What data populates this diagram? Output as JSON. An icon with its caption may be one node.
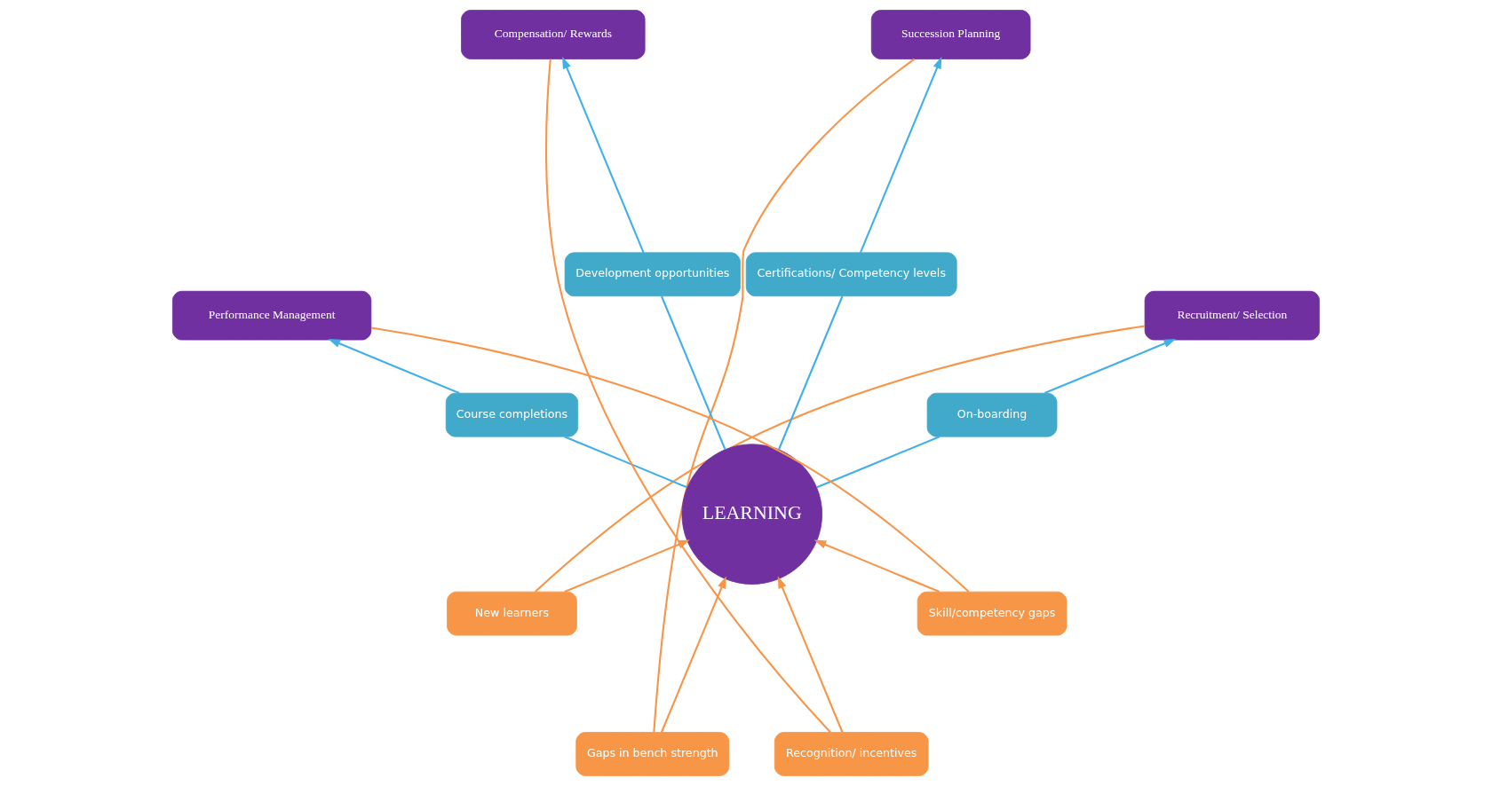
{
  "diagram": {
    "nodes": [
      {
        "text": [
          "Recruitment/ Selection"
        ]
      },
      {
        "text": [
          "Succession Planning"
        ]
      },
      {
        "text": [
          "On-boarding"
        ]
      },
      {
        "text": [
          "Certifications/ Competency levels"
        ]
      },
      {
        "text": [
          "New learners"
        ]
      },
      {
        "text": [
          "Gaps in bench strength"
        ]
      },
      {
        "text": [
          "LEARNING"
        ]
      },
      {
        "text": [
          "Recognition/ incentives"
        ]
      },
      {
        "text": [
          "Skill/competency gaps"
        ]
      },
      {
        "text": [
          "Development opportunities"
        ]
      },
      {
        "text": [
          "Course completions"
        ]
      },
      {
        "text": [
          "Compensation/ Rewards"
        ]
      },
      {
        "text": [
          "Performance Management"
        ]
      }
    ],
    "edges": [
      {
        "from": 6,
        "to": 2,
        "arrow": "none",
        "color": "#41b0e8"
      },
      {
        "from": 2,
        "to": 0,
        "arrow": "to",
        "color": "#41b0e8"
      },
      {
        "from": 6,
        "to": 3,
        "arrow": "none",
        "color": "#41b0e8"
      },
      {
        "from": 3,
        "to": 1,
        "arrow": "to",
        "color": "#41b0e8"
      },
      {
        "from": 0,
        "to": 4,
        "arrow": "none",
        "color": "#f7954a"
      },
      {
        "from": 4,
        "to": 6,
        "arrow": "to",
        "color": "#f7954a"
      },
      {
        "from": 1,
        "to": 5,
        "arrow": "none",
        "color": "#f7954a"
      },
      {
        "from": 5,
        "to": 6,
        "arrow": "to",
        "color": "#f7954a"
      },
      {
        "from": 11,
        "to": 7,
        "arrow": "none",
        "color": "#f7954a"
      },
      {
        "from": 7,
        "to": 6,
        "arrow": "to",
        "color": "#f7954a"
      },
      {
        "from": 12,
        "to": 8,
        "arrow": "none",
        "color": "#f7954a"
      },
      {
        "from": 8,
        "to": 6,
        "arrow": "to",
        "color": "#f7954a"
      },
      {
        "from": 6,
        "to": 9,
        "arrow": "none",
        "color": "#41b0e8"
      },
      {
        "from": 9,
        "to": 11,
        "arrow": "to",
        "color": "#41b0e8"
      },
      {
        "from": 6,
        "to": 10,
        "arrow": "none",
        "color": "#41b0e8"
      },
      {
        "from": 10,
        "to": 12,
        "arrow": "to",
        "color": "#41b0e8"
      }
    ]
  }
}
